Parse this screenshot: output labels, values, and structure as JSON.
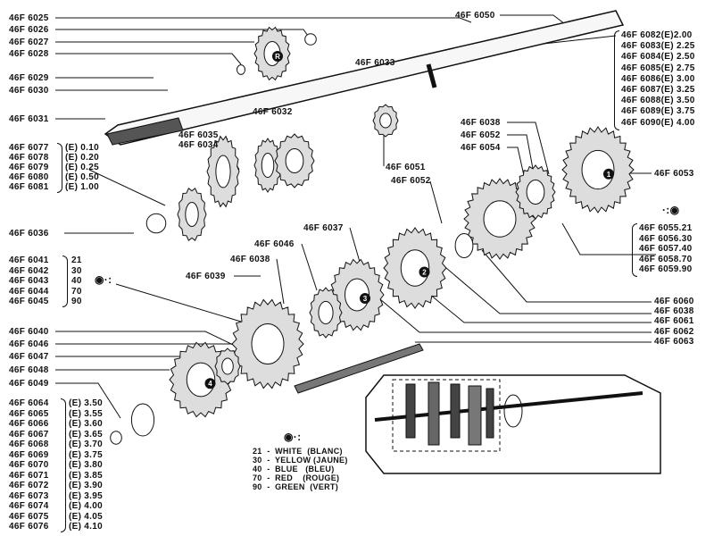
{
  "top_parts": {
    "p6025": "46F 6025",
    "p6026": "46F 6026",
    "p6027": "46F 6027",
    "p6028": "46F 6028",
    "p6029": "46F 6029",
    "p6030": "46F 6030",
    "p6031": "46F 6031",
    "p6050": "46F 6050",
    "p6033": "46F 6033",
    "p6032": "46F 6032",
    "p6035": "46F 6035",
    "p6034": "46F 6034",
    "p6051": "46F 6051",
    "p6052a": "46F 6052",
    "p6038a": "46F 6038",
    "p6052b": "46F 6052",
    "p6054": "46F 6054",
    "p6053": "46F 6053",
    "p6036": "46F 6036",
    "p6037": "46F 6037",
    "p6046a": "46F 6046",
    "p6038b": "46F 6038",
    "p6039": "46F 6039",
    "p6040": "46F 6040",
    "p6046b": "46F 6046",
    "p6047": "46F 6047",
    "p6048": "46F 6048",
    "p6049": "46F 6049"
  },
  "shim_group_6077": {
    "parts": [
      "46F 6077",
      "46F 6078",
      "46F 6079",
      "46F 6080",
      "46F 6081"
    ],
    "sizes": [
      "(E) 0.10",
      "(E) 0.20",
      "(E) 0.25",
      "(E) 0.50",
      "(E) 1.00"
    ]
  },
  "group_6041": {
    "parts": [
      "46F 6041",
      "46F 6042",
      "46F 6043",
      "46F 6044",
      "46F 6045"
    ],
    "codes": [
      "21",
      "30",
      "40",
      "70",
      "90"
    ]
  },
  "shim_group_6064": {
    "parts": [
      "46F 6064",
      "46F 6065",
      "46F 6066",
      "46F 6067",
      "46F 6068",
      "46F 6069",
      "46F 6070",
      "46F 6071",
      "46F 6072",
      "46F 6073",
      "46F 6074",
      "46F 6075",
      "46F 6076"
    ],
    "sizes": [
      "(E) 3.50",
      "(E) 3.55",
      "(E) 3.60",
      "(E) 3.65",
      "(E) 3.70",
      "(E) 3.75",
      "(E) 3.80",
      "(E) 3.85",
      "(E) 3.90",
      "(E) 3.95",
      "(E) 4.00",
      "(E) 4.05",
      "(E) 4.10"
    ]
  },
  "shim_group_6082": {
    "parts": [
      "46F 6082(E)2.00",
      "46F 6083(E) 2.25",
      "46F 6084(E) 2.50",
      "46F 6085(E) 2.75",
      "46F 6086(E) 3.00",
      "46F 6087(E) 3.25",
      "46F 6088(E) 3.50",
      "46F 6089(E) 3.75",
      "46F 6090(E) 4.00"
    ]
  },
  "group_6055": {
    "parts": [
      "46F 6055.21",
      "46F 6056.30",
      "46F 6057.40",
      "46F 6058.70",
      "46F 6059.90"
    ]
  },
  "right_parts": [
    "46F 6060",
    "46F 6038",
    "46F 6061",
    "46F 6062",
    "46F 6063"
  ],
  "color_legend": [
    "21  -  WHITE  (BLANC)",
    "30  -  YELLOW (JAUNE)",
    "40  -  BLUE   (BLEU)",
    "70  -  RED    (ROUGE)",
    "90  -  GREEN  (VERT)"
  ],
  "gear_markers": [
    "R",
    "1",
    "2",
    "3",
    "4"
  ]
}
